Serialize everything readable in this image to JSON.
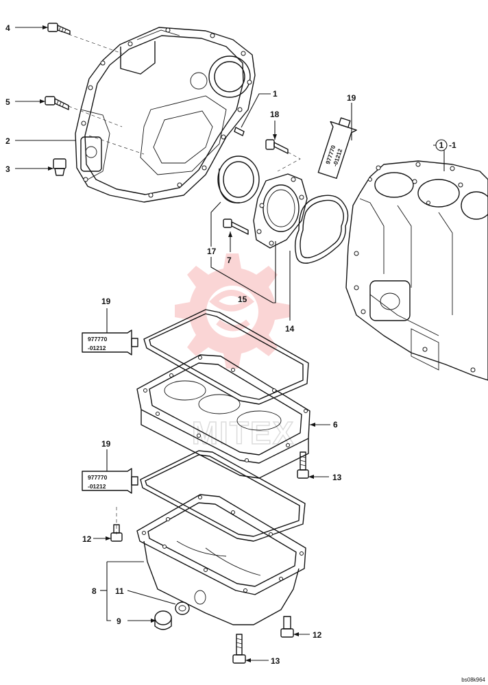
{
  "diagram": {
    "callouts": {
      "c1": "1",
      "c2": "2",
      "c3": "3",
      "c4": "4",
      "c5": "5",
      "c6": "6",
      "c7": "7",
      "c8": "8",
      "c9": "9",
      "c11": "11",
      "c12a": "12",
      "c12b": "12",
      "c13a": "13",
      "c13b": "13",
      "c14": "14",
      "c15": "15",
      "c17": "17",
      "c18": "18",
      "c19a": "19",
      "c19b": "19",
      "c19c": "19",
      "circled1": "1",
      "circled1_suffix": "-1"
    },
    "sealant_tube": {
      "line1": "977770",
      "line2": "-01212"
    },
    "watermark_text": "MITEX",
    "drawing_code": "bs08k964"
  }
}
